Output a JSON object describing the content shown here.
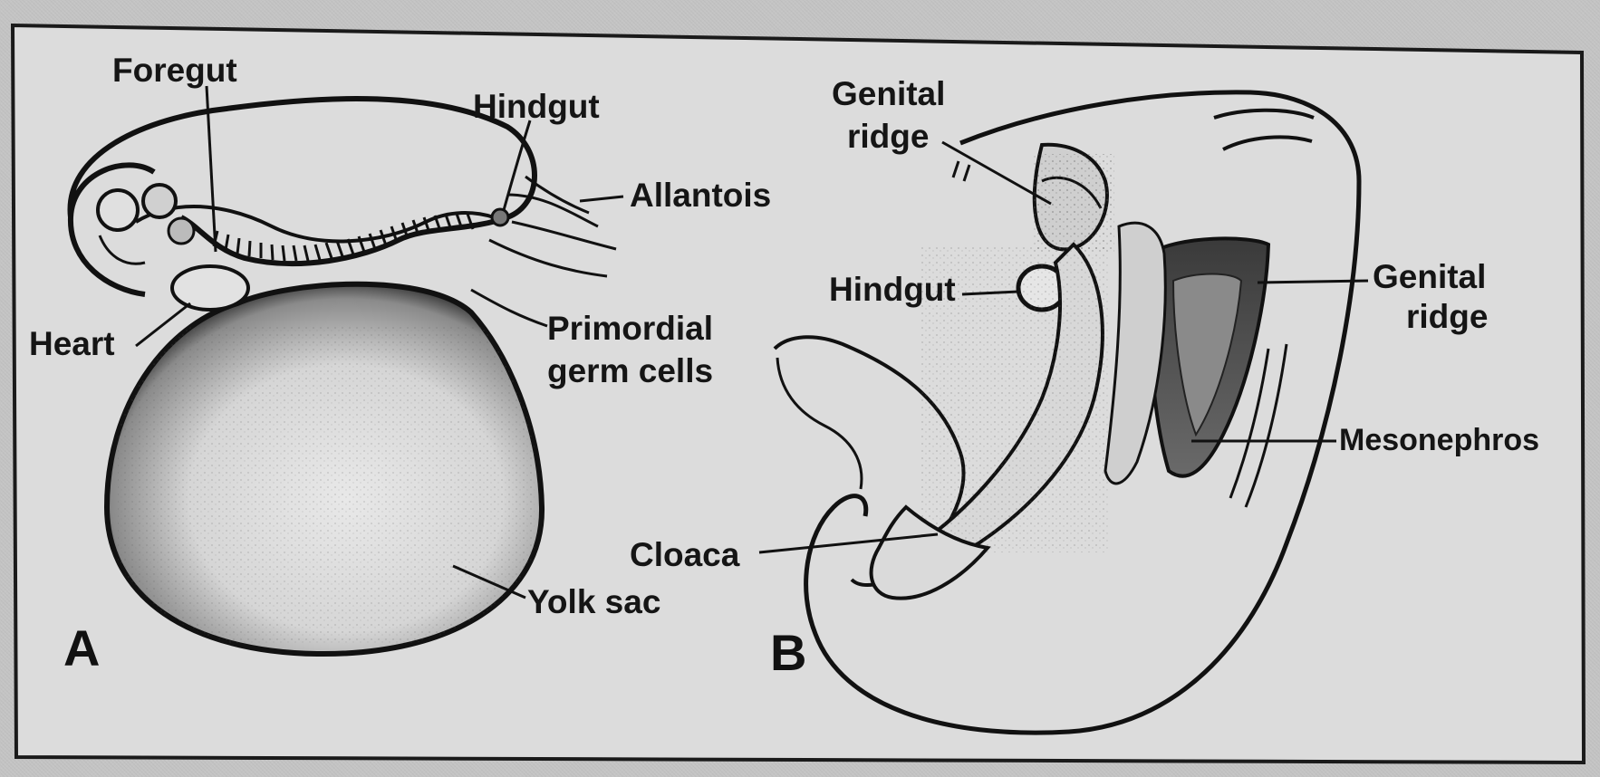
{
  "figure": {
    "panel_a": {
      "letter": "A",
      "labels": {
        "foregut": "Foregut",
        "hindgut": "Hindgut",
        "allantois": "Allantois",
        "heart": "Heart",
        "primordial_line1": "Primordial",
        "primordial_line2": "germ cells",
        "yolk_sac": "Yolk sac"
      }
    },
    "panel_b": {
      "letter": "B",
      "labels": {
        "genital_ridge_top_line1": "Genital",
        "genital_ridge_top_line2": "ridge",
        "hindgut": "Hindgut",
        "genital_ridge_right_line1": "Genital",
        "genital_ridge_right_line2": "ridge",
        "mesonephros": "Mesonephros",
        "cloaca": "Cloaca"
      }
    }
  }
}
